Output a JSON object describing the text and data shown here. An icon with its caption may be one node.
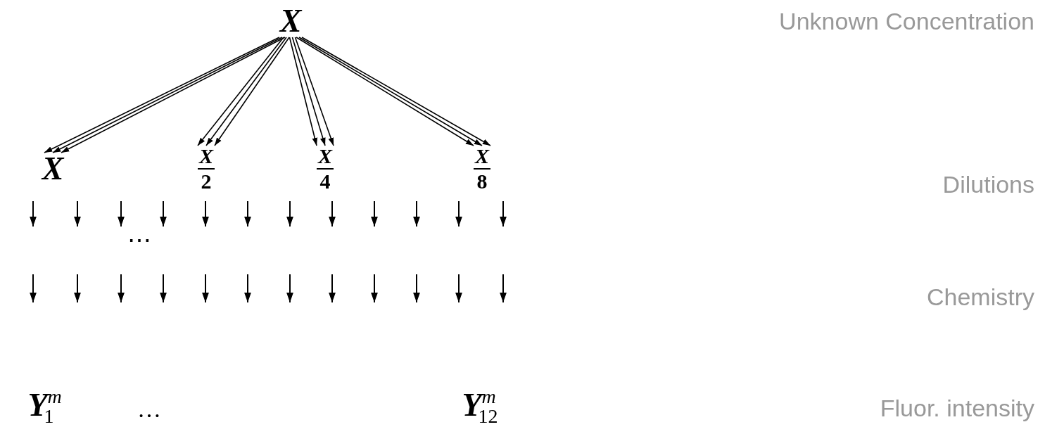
{
  "diagram": {
    "nodes": [
      {
        "text": [
          "X"
        ]
      },
      {
        "text": [
          "X"
        ]
      },
      {
        "text": [
          "X",
          "2"
        ]
      },
      {
        "text": [
          "X",
          "4"
        ]
      },
      {
        "text": [
          "X",
          "8"
        ]
      }
    ],
    "edges": [
      {
        "from": 0,
        "to": 1,
        "arrow": "to"
      },
      {
        "from": 0,
        "to": 1,
        "arrow": "to"
      },
      {
        "from": 0,
        "to": 1,
        "arrow": "to"
      },
      {
        "from": 0,
        "to": 2,
        "arrow": "to"
      },
      {
        "from": 0,
        "to": 2,
        "arrow": "to"
      },
      {
        "from": 0,
        "to": 2,
        "arrow": "to"
      },
      {
        "from": 0,
        "to": 3,
        "arrow": "to"
      },
      {
        "from": 0,
        "to": 3,
        "arrow": "to"
      },
      {
        "from": 0,
        "to": 3,
        "arrow": "to"
      },
      {
        "from": 0,
        "to": 4,
        "arrow": "to"
      },
      {
        "from": 0,
        "to": 4,
        "arrow": "to"
      },
      {
        "from": 0,
        "to": 4,
        "arrow": "to"
      }
    ],
    "labels": [
      "Unknown Concentration",
      "Dilutions",
      "⋯",
      "Chemistry",
      "Y$^{m}$$_{1}$",
      "…",
      "Y$^{m}$$_{12}$",
      "Fluor. intensity"
    ]
  }
}
